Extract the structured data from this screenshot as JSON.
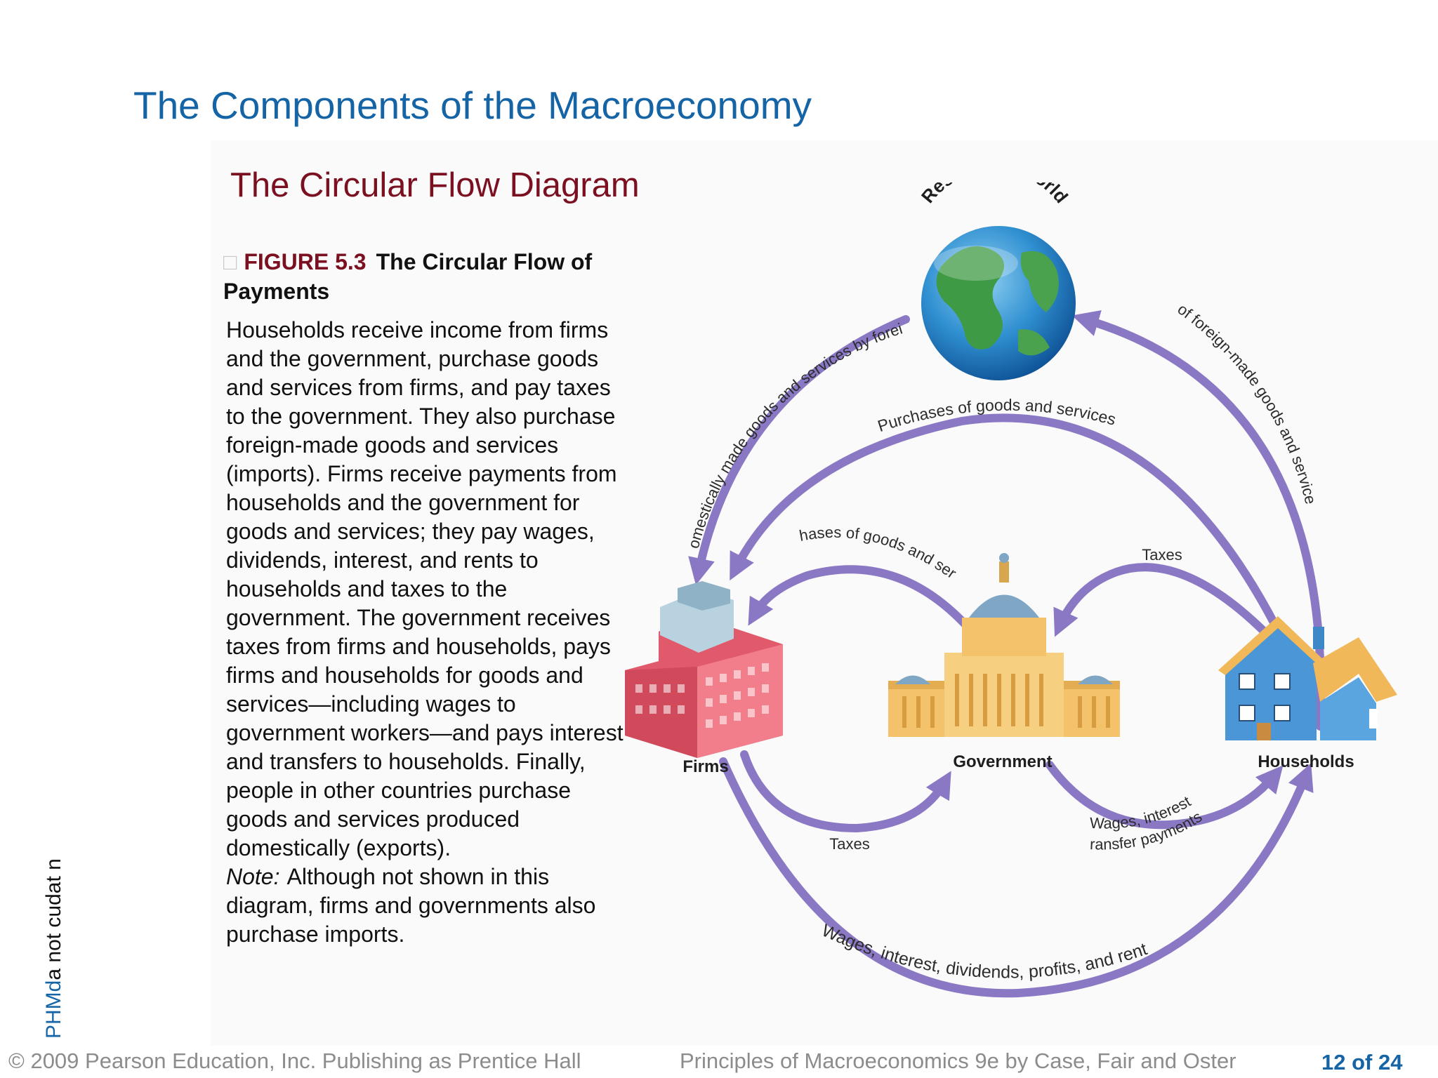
{
  "slide": {
    "title": "The Components of the Macroeconomy",
    "section_title": "The Circular Flow Diagram",
    "page_number": "12 of 24"
  },
  "figure": {
    "number": "FIGURE 5.3",
    "caption": "The Circular Flow of Payments",
    "paragraphs": [
      "Households receive income from firms and the government, purchase goods and services from firms, and pay taxes to the government. They also purchase foreign-made goods and services (imports). Firms receive payments from households and the government for goods and services; they pay wages, dividends, interest, and rents to households and taxes to the government. The government receives taxes from firms and households, pays firms and households for goods and services—including wages to government workers—and pays interest and transfers to households. Finally, people in other countries purchase goods and services produced domestically (exports)."
    ],
    "note_label": "Note:",
    "note_text": "Although not shown in this diagram, firms and governments also purchase imports."
  },
  "diagram": {
    "nodes": {
      "world": "Rest of the World",
      "firms": "Firms",
      "government": "Government",
      "households": "Households"
    },
    "flows": {
      "exports": "Purchases of domestically made goods and services by foreigners (exports)",
      "imports": "Purchases of foreign-made goods and services (imports)",
      "hh_to_firms": "Purchases of goods and services",
      "gov_to_firms": "Purchases of goods and services",
      "hh_taxes": "Taxes",
      "firm_taxes": "Taxes",
      "gov_to_hh_line1": "Wages, interest,",
      "gov_to_hh_line2": "transfer payments",
      "firms_to_hh": "Wages, interest, dividends, profits, and rent"
    }
  },
  "side_fragment": {
    "blue_part": "PHMd",
    "black_part": "a not cudat n"
  },
  "footer": {
    "copyright": "© 2009 Pearson Education, Inc. Publishing as Prentice Hall",
    "book": "Principles of Macroeconomics 9e by Case, Fair and Oster"
  },
  "colors": {
    "title_blue": "#1464a6",
    "section_red": "#7b1021",
    "flow_purple": "#8a78c4"
  }
}
